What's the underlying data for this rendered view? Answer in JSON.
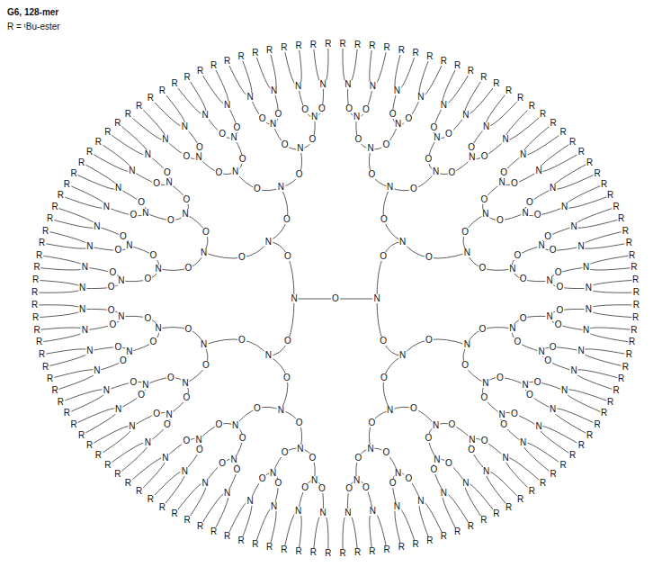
{
  "diagram": {
    "title": "G6, 128-mer",
    "labels": [
      "R = ᵗBu-ester",
      "N",
      "O",
      "N",
      "O",
      "N",
      "O",
      "N",
      "O",
      "N",
      "O",
      "N",
      "O",
      "N",
      "O",
      "N",
      "O",
      "N",
      "O",
      "N",
      "O",
      "N",
      "O",
      "N",
      "O",
      "N",
      "O",
      "N",
      "O",
      "N",
      "O",
      "N",
      "O",
      "N",
      "O",
      "N",
      "O",
      "N",
      "O",
      "N",
      "O",
      "N",
      "O",
      "N",
      "O",
      "N",
      "O",
      "N",
      "O",
      "N",
      "O",
      "N",
      "O",
      "N",
      "O",
      "N",
      "O",
      "N",
      "O",
      "N",
      "O",
      "N",
      "O",
      "N",
      "O",
      "N",
      "O",
      "N",
      "O",
      "N",
      "O",
      "N",
      "O",
      "N",
      "O",
      "N",
      "O",
      "N",
      "O",
      "N",
      "O",
      "N",
      "O",
      "N",
      "O",
      "N",
      "O",
      "N",
      "O",
      "N",
      "O",
      "N",
      "O",
      "N",
      "O",
      "N",
      "O",
      "N",
      "O",
      "N",
      "O",
      "N",
      "O",
      "N",
      "O",
      "N",
      "O",
      "N",
      "O",
      "N",
      "O",
      "N",
      "O",
      "N",
      "O",
      "N",
      "O",
      "N",
      "O",
      "N",
      "O",
      "N",
      "O",
      "N",
      "O",
      "N",
      "O",
      "N",
      "O",
      "N",
      "O",
      "N",
      "O",
      "N",
      "O",
      "N",
      "O",
      "N",
      "O",
      "N",
      "O",
      "N",
      "O",
      "N",
      "O",
      "N",
      "O",
      "N",
      "O",
      "N",
      "O",
      "N",
      "O",
      "N",
      "O",
      "N",
      "O",
      "N",
      "O",
      "N",
      "O",
      "N",
      "O",
      "N",
      "O",
      "N",
      "O",
      "N",
      "O",
      "N",
      "O",
      "N",
      "O",
      "N",
      "O",
      "N",
      "O",
      "N",
      "O",
      "N",
      "O",
      "N",
      "O",
      "N",
      "O",
      "N",
      "O",
      "N",
      "O",
      "N",
      "O",
      "N",
      "O",
      "N",
      "O",
      "N",
      "O",
      "N",
      "O",
      "N",
      "O",
      "N",
      "O",
      "N",
      "O",
      "N",
      "O",
      "N",
      "O",
      "N",
      "O",
      "N",
      "O",
      "N",
      "O",
      "N",
      "O",
      "N",
      "O",
      "N",
      "O",
      "N",
      "O",
      "N",
      "O",
      "N",
      "O",
      "N",
      "O",
      "N",
      "O",
      "N",
      "O",
      "N",
      "O",
      "N",
      "O",
      "N",
      "O",
      "N",
      "O",
      "N",
      "O",
      "N",
      "O",
      "N",
      "O",
      "N",
      "O",
      "N",
      "O",
      "N",
      "R",
      "R",
      "R",
      "R",
      "R",
      "R",
      "R",
      "R",
      "R",
      "R",
      "R",
      "R",
      "R",
      "R",
      "R",
      "R",
      "R",
      "R",
      "R",
      "R",
      "R",
      "R",
      "R",
      "R",
      "R",
      "R",
      "R",
      "R",
      "R",
      "R",
      "R",
      "R",
      "R",
      "R",
      "R",
      "R",
      "R",
      "R",
      "R",
      "R",
      "R",
      "R",
      "R",
      "R",
      "R",
      "R",
      "R",
      "R",
      "R",
      "R",
      "R",
      "R",
      "R",
      "R",
      "R",
      "R",
      "R",
      "R",
      "R",
      "R",
      "R",
      "R",
      "R",
      "R",
      "R",
      "R",
      "R",
      "R",
      "R",
      "R",
      "R",
      "R",
      "R",
      "R",
      "R",
      "R",
      "R",
      "R",
      "R",
      "R",
      "R",
      "R",
      "R",
      "R",
      "R",
      "R",
      "R",
      "R",
      "R",
      "R",
      "R",
      "R",
      "R",
      "R",
      "R",
      "R",
      "R",
      "R",
      "R",
      "R",
      "R",
      "R",
      "R",
      "R",
      "R",
      "R",
      "R",
      "R",
      "R",
      "R",
      "R",
      "R",
      "R",
      "R",
      "R",
      "R",
      "R",
      "R",
      "R",
      "R",
      "R",
      "R",
      "R",
      "R",
      "R",
      "R",
      "R",
      "R"
    ]
  }
}
